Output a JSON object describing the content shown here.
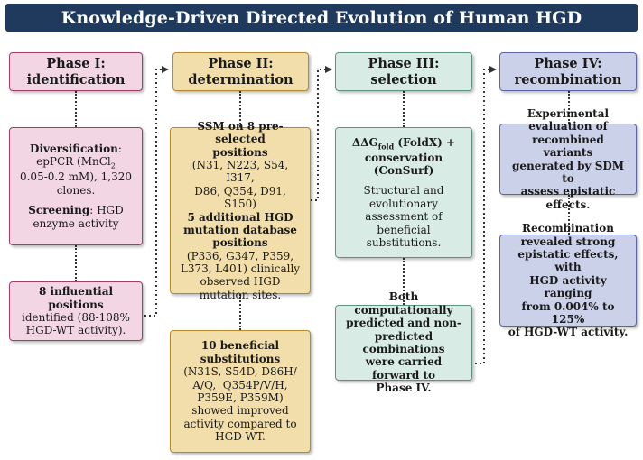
{
  "title": "Knowledge-Driven Directed Evolution of Human HGD",
  "colors": {
    "title_bg": "#1f3a5c",
    "phase1": "#f3d6e3",
    "phase2": "#f2deaa",
    "phase3": "#d8ebe5",
    "phase4": "#ccd1ea"
  },
  "phases": [
    {
      "header_line1": "Phase I:",
      "header_line2": "identification",
      "box1": {
        "div_label": "Diversification",
        "div_sep": ":",
        "div_line1": "epPCR (MnCl",
        "div_sub": "2",
        "div_line2": "0.05-0.2 mM), 1,320",
        "div_line3": "clones.",
        "scr_label": "Screening",
        "scr_text": ": HGD",
        "scr_line2": "enzyme activity"
      },
      "box2": {
        "bold": "8 influential positions",
        "line1": "identified (88-108%",
        "line2": "HGD-WT activity)."
      }
    },
    {
      "header_line1": "Phase II:",
      "header_line2": "determination",
      "box1": {
        "b1": "SSM on 8 pre-selected",
        "b2": "positions",
        "l1": "(N31, N223, S54, I317,",
        "l2": "D86, Q354, D91, S150)",
        "b3": "5 additional HGD",
        "b4": "mutation database",
        "b5": "positions",
        "l3": "(P336, G347, P359,",
        "l4": "L373, L401) clinically",
        "l5": "observed HGD",
        "l6": "mutation sites."
      },
      "box2": {
        "b1": "10 beneficial",
        "b2": "substitutions",
        "l1": "(N31S, S54D, D86H/",
        "l2": "A/Q,  Q354P/V/H,",
        "l3": "P359E, P359M)",
        "l4": "showed improved",
        "l5": "activity compared to",
        "l6": "HGD-WT."
      }
    },
    {
      "header_line1": "Phase III:",
      "header_line2": "selection",
      "box1": {
        "dd": "ΔΔG",
        "dd_sub": "fold",
        "b1": " (FoldX) +",
        "b2": "conservation (ConSurf)",
        "l1": "Structural and",
        "l2": "evolutionary",
        "l3": "assessment of",
        "l4": "beneficial substitutions."
      },
      "box2": {
        "b1": "Both computationally",
        "b2": "predicted and non-",
        "b3": "predicted combinations",
        "b4": "were carried forward to",
        "b5": "Phase IV."
      }
    },
    {
      "header_line1": "Phase IV:",
      "header_line2": "recombination",
      "box1": {
        "b1": "Experimental",
        "b2": "evaluation of",
        "b3": "recombined variants",
        "b4": "generated by SDM to",
        "b5": "assess epistatic effects."
      },
      "box2": {
        "b1": "Recombination",
        "b2": "revealed strong",
        "b3": "epistatic effects, with",
        "b4": "HGD activity ranging",
        "b5": "from 0.004% to 125%",
        "b6": "of HGD-WT activity."
      }
    }
  ]
}
